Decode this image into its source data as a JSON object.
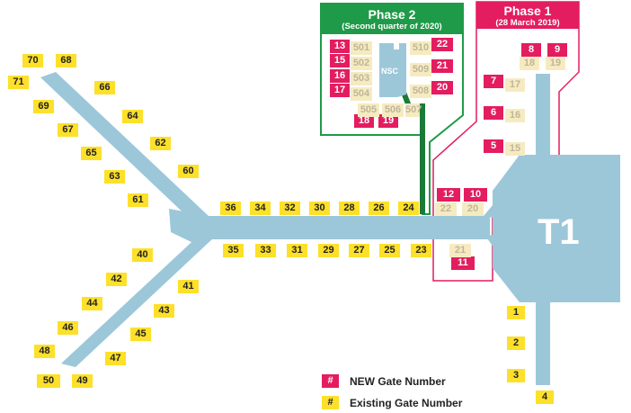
{
  "phases": {
    "phase2": {
      "title": "Phase 2",
      "subtitle": "(Second quarter of 2020)",
      "color": "#1f9a48"
    },
    "phase1": {
      "title": "Phase 1",
      "subtitle": "(28 March 2019)",
      "color": "#e31d5f"
    }
  },
  "terminal_label": "T1",
  "nsc_label": "NSC",
  "colors": {
    "concourse": "#9cc7d9",
    "existing": "#fde029",
    "new": "#e31d5f",
    "retired": "#f6ebc0"
  },
  "gates": {
    "existing": [
      "70",
      "68",
      "71",
      "66",
      "69",
      "64",
      "67",
      "62",
      "65",
      "60",
      "63",
      "61",
      "36",
      "34",
      "32",
      "30",
      "28",
      "26",
      "24",
      "35",
      "33",
      "31",
      "29",
      "27",
      "25",
      "23",
      "40",
      "42",
      "41",
      "44",
      "43",
      "46",
      "45",
      "48",
      "47",
      "50",
      "49",
      "1",
      "2",
      "3",
      "4"
    ],
    "new": [
      "13",
      "15",
      "16",
      "17",
      "18",
      "19",
      "22",
      "21",
      "20",
      "8",
      "9",
      "7",
      "6",
      "5",
      "12",
      "10",
      "11"
    ],
    "retired": [
      "501",
      "502",
      "503",
      "504",
      "505",
      "506",
      "507",
      "510",
      "509",
      "508",
      "18",
      "19",
      "17",
      "16",
      "15",
      "22",
      "20",
      "21"
    ]
  },
  "legend": [
    {
      "symbol": "#",
      "label": "NEW Gate Number",
      "kind": "new"
    },
    {
      "symbol": "#",
      "label": "Existing Gate Number",
      "kind": "existing"
    }
  ]
}
